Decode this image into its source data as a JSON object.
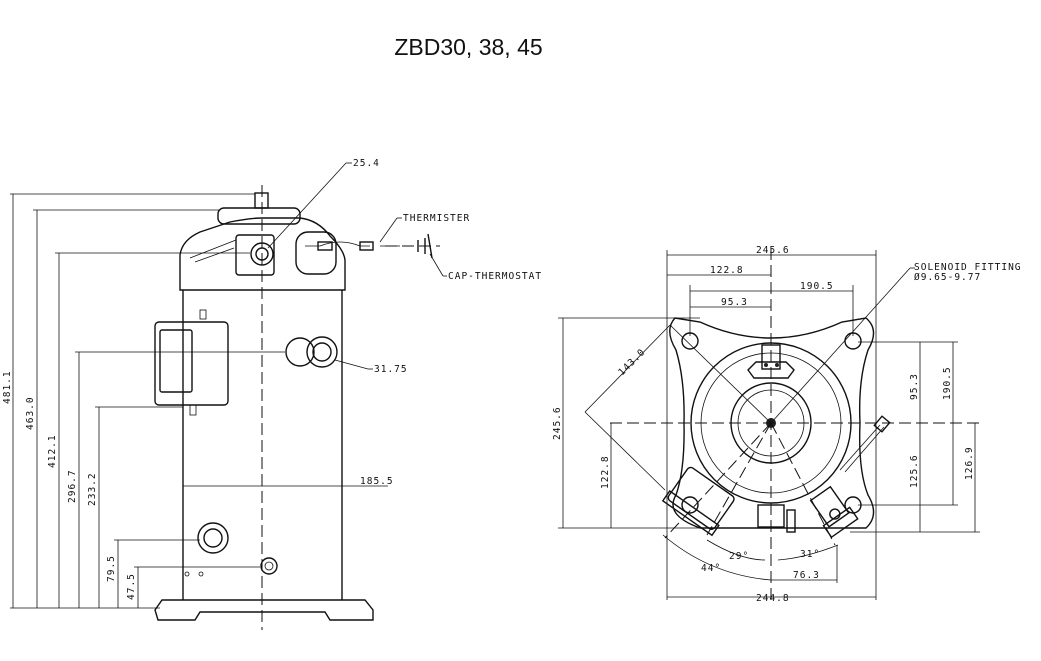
{
  "title": "ZBD30, 38, 45",
  "side_view": {
    "callouts": {
      "top_fitting": "25.4",
      "thermister": "THERMISTER",
      "cap_thermostat": "CAP-THERMOSTAT",
      "suction": "31.75"
    },
    "dimensions": {
      "overall_height": "481.1",
      "cap_height": "463.0",
      "discharge_height": "412.1",
      "suction_height": "296.7",
      "box_bottom": "233.2",
      "lower_fitting": "79.5",
      "oil_fitting": "47.5",
      "shell_diameter": "185.5"
    }
  },
  "top_view": {
    "callouts": {
      "solenoid_line1": "SOLENOID FITTING",
      "solenoid_line2": "Ø9.65-9.77"
    },
    "dimensions": {
      "width_top": "245.6",
      "half_width": "122.8",
      "bolt_span": "190.5",
      "bolt_half": "95.3",
      "height_left": "245.6",
      "half_height_left": "122.8",
      "diagonal": "143.0",
      "right_bolt_half": "95.3",
      "right_bolt_span": "190.5",
      "right_125": "125.6",
      "right_126": "126.9",
      "angle_29": "29°",
      "angle_31": "31°",
      "angle_44": "44°",
      "offset_76": "76.3",
      "width_bottom": "244.8"
    }
  }
}
